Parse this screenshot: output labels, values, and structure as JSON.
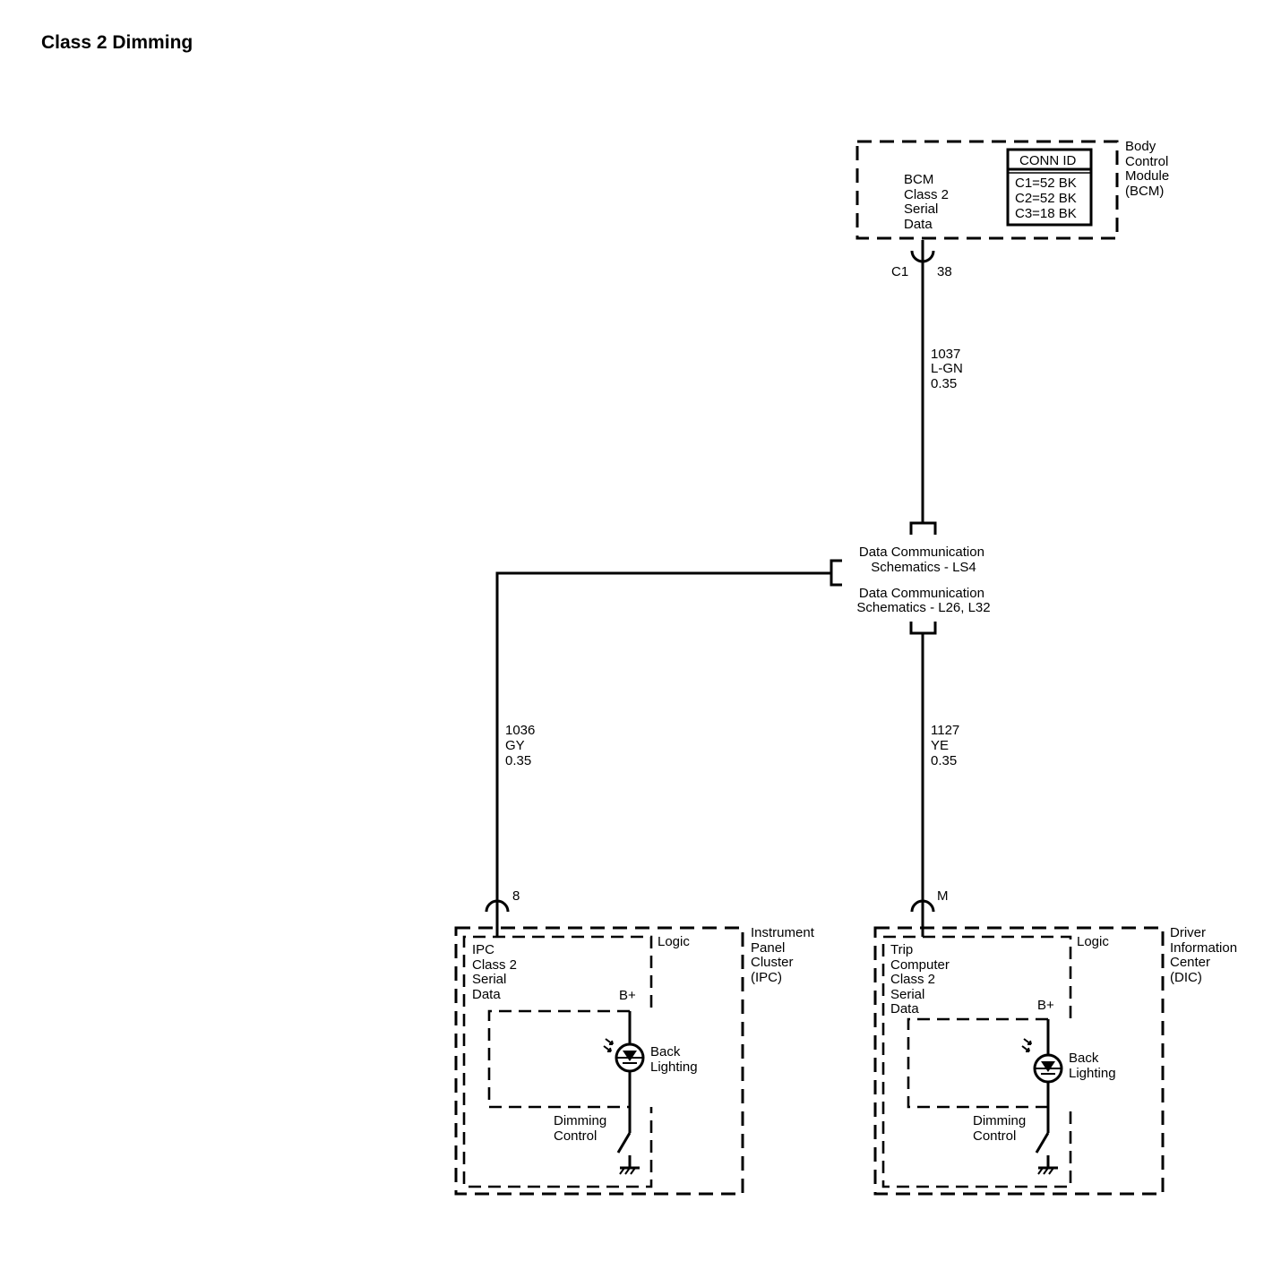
{
  "title": "Class 2 Dimming",
  "bcm": {
    "name_lines": [
      "Body",
      "Control",
      "Module",
      "(BCM)"
    ],
    "function_lines": [
      "BCM",
      "Class 2",
      "Serial",
      "Data"
    ],
    "conn_id_header": "CONN ID",
    "conn_id_rows": [
      "C1=52 BK",
      "C2=52 BK",
      "C3=18 BK"
    ],
    "connector": "C1",
    "pin": "38"
  },
  "wires": {
    "bcm_to_splice": [
      "1037",
      "L-GN",
      "0.35"
    ],
    "splice_to_ipc": [
      "1036",
      "GY",
      "0.35"
    ],
    "splice_to_dic": [
      "1127",
      "YE",
      "0.35"
    ]
  },
  "splice": {
    "ls4_lines": [
      "Data Communication",
      "Schematics - LS4"
    ],
    "l26_lines": [
      "Data Communication",
      "Schematics - L26, L32"
    ]
  },
  "ipc": {
    "pin": "8",
    "name_lines": [
      "Instrument",
      "Panel",
      "Cluster",
      "(IPC)"
    ],
    "logic_label": "Logic",
    "function_lines": [
      "IPC",
      "Class 2",
      "Serial",
      "Data"
    ],
    "bplus": "B+",
    "lamp_lines": [
      "Back",
      "Lighting"
    ],
    "dimming_lines": [
      "Dimming",
      "Control"
    ]
  },
  "dic": {
    "pin": "M",
    "name_lines": [
      "Driver",
      "Information",
      "Center",
      "(DIC)"
    ],
    "logic_label": "Logic",
    "function_lines": [
      "Trip",
      "Computer",
      "Class 2",
      "Serial",
      "Data"
    ],
    "bplus": "B+",
    "lamp_lines": [
      "Back",
      "Lighting"
    ],
    "dimming_lines": [
      "Dimming",
      "Control"
    ]
  }
}
